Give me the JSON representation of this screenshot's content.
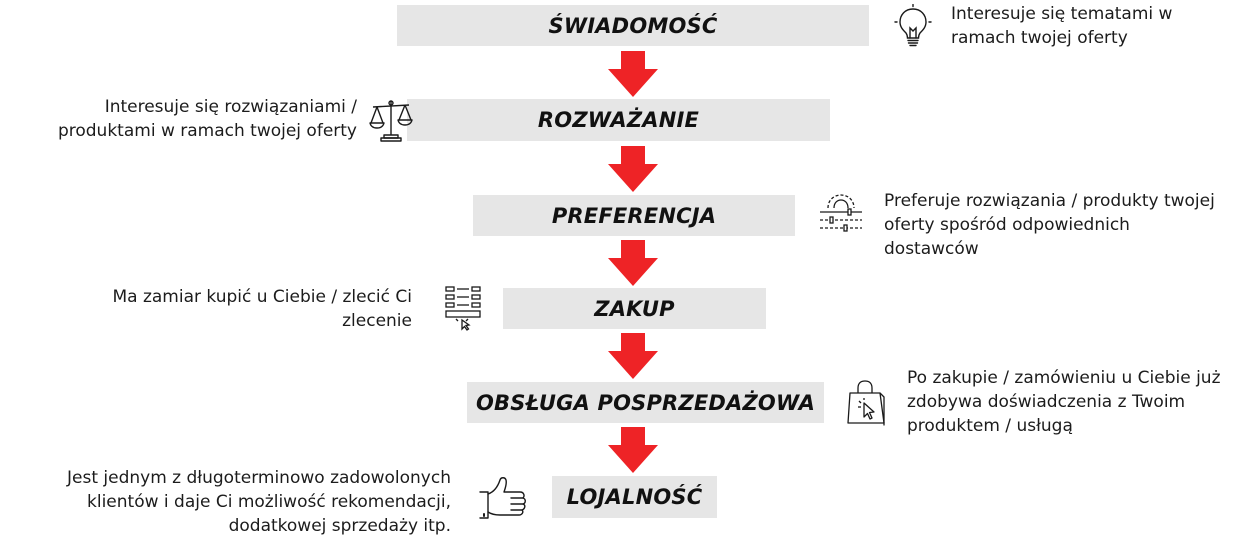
{
  "accent_color": "#ee2326",
  "stage_fill": "#e6e6e6",
  "stages": [
    {
      "label": "ŚWIADOMOŚĆ",
      "icon": "lightbulb-icon",
      "description": [
        "Interesuje się tematami w",
        "ramach twojej oferty"
      ]
    },
    {
      "label": "ROZWAŻANIE",
      "icon": "scales-icon",
      "description": [
        "Interesuje się rozwiązaniami /",
        "produktami w ramach twojej oferty"
      ]
    },
    {
      "label": "PREFERENCJA",
      "icon": "settings-sliders-icon",
      "description": [
        "Preferuje rozwiązania / produkty twojej",
        "oferty spośród odpowiednich",
        "dostawców"
      ]
    },
    {
      "label": "ZAKUP",
      "icon": "order-form-icon",
      "description": [
        "Ma zamiar kupić u Ciebie / zlecić Ci",
        "zlecenie"
      ]
    },
    {
      "label": "OBSŁUGA POSPRZEDAŻOWA",
      "icon": "shopping-bag-cursor-icon",
      "description": [
        "Po zakupie / zamówieniu u Ciebie już",
        "zdobywa doświadczenia z Twoim",
        "produktem / usługą"
      ]
    },
    {
      "label": "LOJALNOŚĆ",
      "icon": "thumbs-up-icon",
      "description": [
        "Jest jednym z długoterminowo zadowolonych",
        "klientów i daje Ci możliwość rekomendacji,",
        "dodatkowej sprzedaży itp."
      ]
    }
  ]
}
